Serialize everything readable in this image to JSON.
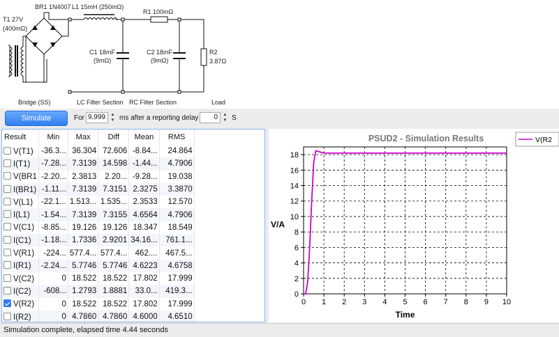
{
  "schematic": {
    "components": {
      "br1": "BR1 1N4007",
      "l1": "L1 15mH (250mΩ)",
      "r1": "R1 100mΩ",
      "t1_name": "T1 27V",
      "t1_res": "(400mΩ)",
      "c1_name": "C1 18mF",
      "c1_esr": "(9mΩ)",
      "c2_name": "C2 18mF",
      "c2_esr": "(9mΩ)",
      "r2_name": "R2",
      "r2_value": "3.87Ω"
    },
    "sections": {
      "bridge": "Bridge (SS)",
      "lc": "LC Filter Section",
      "rc": "RC Filter Section",
      "load": "Load"
    }
  },
  "controls": {
    "simulate_label": "Simulate",
    "for_label": "For",
    "duration_value": "9,999",
    "after_label": "ms after a reporting delay",
    "delay_value": "0",
    "unit_label": "S"
  },
  "results": {
    "columns": [
      "Result",
      "Min",
      "Max",
      "Diff",
      "Mean",
      "RMS"
    ],
    "rows": [
      {
        "name": "V(T1)",
        "checked": false,
        "min": "-36.3...",
        "max": "36.304",
        "diff": "72.606",
        "mean": "-8.84...",
        "rms": "24.864"
      },
      {
        "name": "I(T1)",
        "checked": false,
        "min": "-7.28...",
        "max": "7.3139",
        "diff": "14.598",
        "mean": "-1.44...",
        "rms": "4.7906"
      },
      {
        "name": "V(BR1",
        "checked": false,
        "min": "-2.20...",
        "max": "2.3813",
        "diff": "2.20...",
        "mean": "-9.28...",
        "rms": "19.038"
      },
      {
        "name": "I(BR1)",
        "checked": false,
        "min": "-1.11...",
        "max": "7.3139",
        "diff": "7.3151",
        "mean": "2.3275",
        "rms": "3.3870"
      },
      {
        "name": "V(L1)",
        "checked": false,
        "min": "-22.1...",
        "max": "1.513...",
        "diff": "1.535...",
        "mean": "2.3533",
        "rms": "12.570"
      },
      {
        "name": "I(L1)",
        "checked": false,
        "min": "-1.54...",
        "max": "7.3139",
        "diff": "7.3155",
        "mean": "4.6564",
        "rms": "4.7906"
      },
      {
        "name": "V(C1)",
        "checked": false,
        "min": "-8.85...",
        "max": "19.126",
        "diff": "19.126",
        "mean": "18.347",
        "rms": "18.549"
      },
      {
        "name": "I(C1)",
        "checked": false,
        "min": "-1.18...",
        "max": "1.7336",
        "diff": "2.9201",
        "mean": "34.16...",
        "rms": "761.1..."
      },
      {
        "name": "V(R1)",
        "checked": false,
        "min": "-224...",
        "max": "577.4...",
        "diff": "577.4...",
        "mean": "462....",
        "rms": "467.5..."
      },
      {
        "name": "I(R1)",
        "checked": false,
        "min": "-2.24...",
        "max": "5.7746",
        "diff": "5.7746",
        "mean": "4.6223",
        "rms": "4.6758"
      },
      {
        "name": "V(C2)",
        "checked": false,
        "min": "0",
        "max": "18.522",
        "diff": "18.522",
        "mean": "17.802",
        "rms": "17.999"
      },
      {
        "name": "I(C2)",
        "checked": false,
        "min": "-608...",
        "max": "1.2793",
        "diff": "1.8881",
        "mean": "33.0...",
        "rms": "419.3..."
      },
      {
        "name": "V(R2)",
        "checked": true,
        "min": "0",
        "max": "18.522",
        "diff": "18.522",
        "mean": "17.802",
        "rms": "17.999"
      },
      {
        "name": "I(R2)",
        "checked": false,
        "min": "0",
        "max": "4.7860",
        "diff": "4.7860",
        "mean": "4.6000",
        "rms": "4.6510"
      }
    ]
  },
  "chart_data": {
    "type": "line",
    "title": "PSUD2 - Simulation Results",
    "xlabel": "Time",
    "ylabel": "V/A",
    "xlim": [
      0,
      10
    ],
    "ylim": [
      0,
      19
    ],
    "xticks": [
      0,
      1,
      2,
      3,
      4,
      5,
      6,
      7,
      8,
      9,
      10
    ],
    "yticks": [
      0,
      2,
      4,
      6,
      8,
      10,
      12,
      14,
      16,
      18
    ],
    "grid": true,
    "legend_position": "top-right",
    "series": [
      {
        "name": "V(R2",
        "color": "#cc00cc",
        "x": [
          0,
          0.1,
          0.2,
          0.3,
          0.4,
          0.5,
          0.6,
          1.0,
          10
        ],
        "y": [
          0,
          0,
          1.5,
          6,
          12,
          17,
          18.5,
          18.2,
          18.2
        ]
      }
    ]
  },
  "status": {
    "text": "Simulation complete, elapsed time 4.44 seconds"
  }
}
